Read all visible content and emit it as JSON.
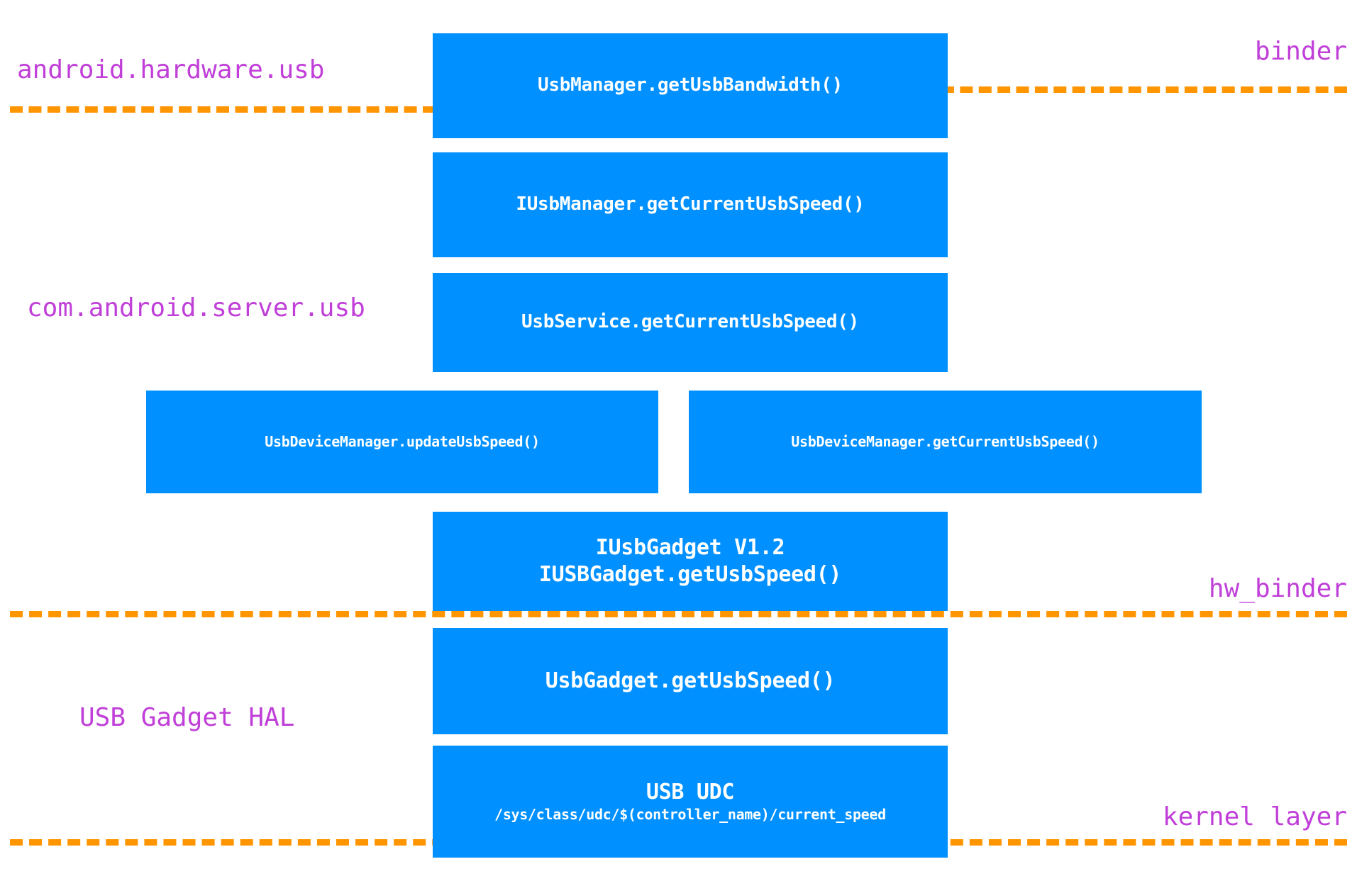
{
  "diagram": {
    "title": "Android USB Speed Query Call Stack",
    "background_color": "#ffffff",
    "box_color": "#0090ff",
    "box_text_color": "#ffffff",
    "dash_color": "#ff9500",
    "label_color": "#c03fd8"
  },
  "layer_labels": {
    "android_hardware_usb": "android.hardware.usb",
    "binder": "binder",
    "com_android_server_usb": "com.android.server.usb",
    "hw_binder": "hw_binder",
    "usb_gadget_hal": "USB Gadget HAL",
    "kernel_layer": "kernel layer"
  },
  "boxes": {
    "usb_manager": {
      "line1": "UsbManager.getUsbBandwidth()"
    },
    "iusb_manager": {
      "line1": "IUsbManager.getCurrentUsbSpeed()"
    },
    "usb_service": {
      "line1": "UsbService.getCurrentUsbSpeed()"
    },
    "usb_device_manager_update": {
      "line1": "UsbDeviceManager.updateUsbSpeed()"
    },
    "usb_device_manager_get": {
      "line1": "UsbDeviceManager.getCurrentUsbSpeed()"
    },
    "iusb_gadget": {
      "line1": "IUsbGadget V1.2",
      "line2": "IUSBGadget.getUsbSpeed()"
    },
    "usb_gadget": {
      "line1": "UsbGadget.getUsbSpeed()"
    },
    "usb_udc": {
      "line1": "USB UDC",
      "line2": "/sys/class/udc/$(controller_name)/current_speed"
    }
  }
}
